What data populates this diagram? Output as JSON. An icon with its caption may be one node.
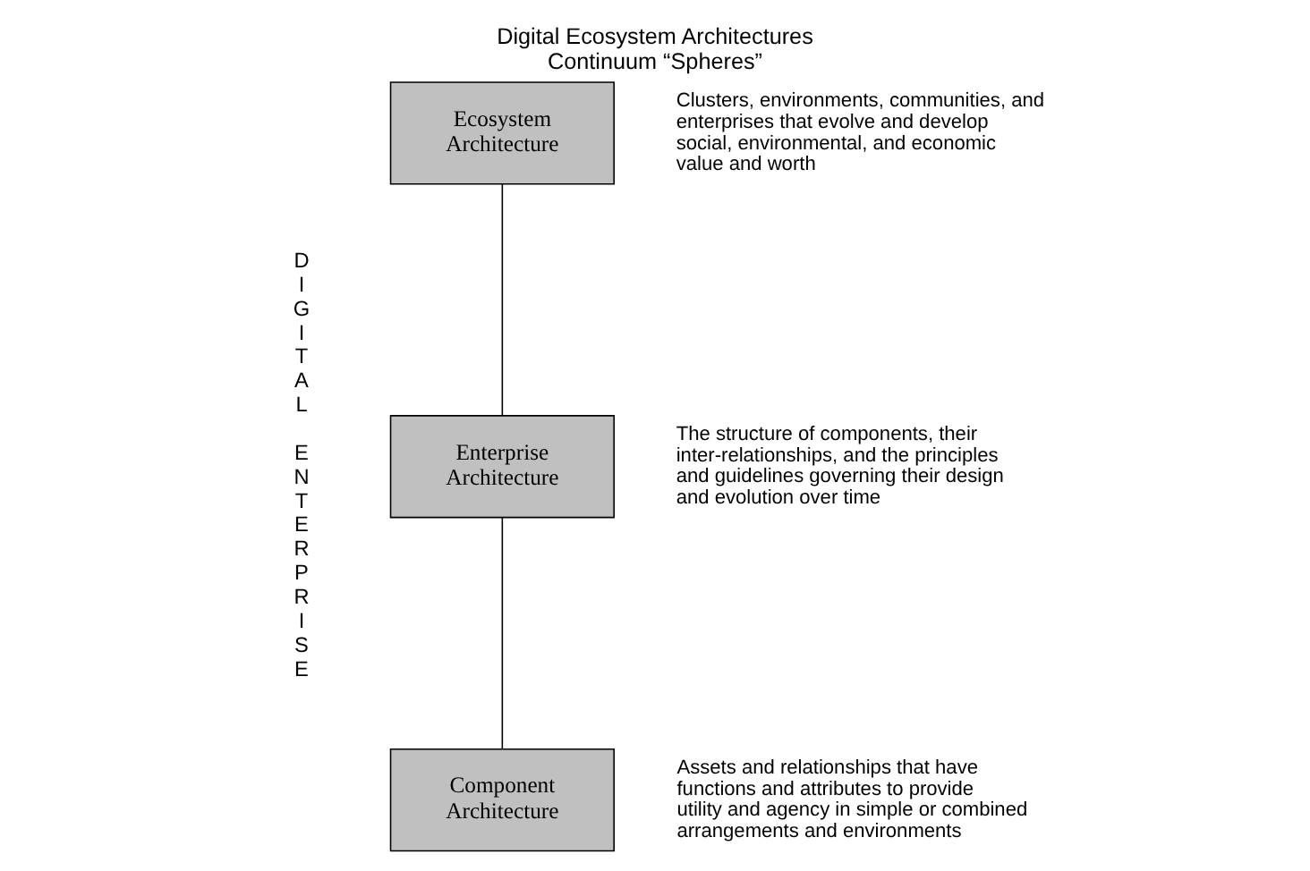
{
  "diagram": {
    "title": "Digital Ecosystem Architectures Continuum “Spheres”",
    "nodes": [
      {
        "text": [
          "Ecosystem Architecture"
        ],
        "beside": [
          "Clusters, environments, communities, and enterprises that evolve and develop social, environmental, and economic value and worth"
        ]
      },
      {
        "text": [
          "Enterprise Architecture"
        ],
        "beside": [
          "The structure of components, their inter-relationships, and the principles and guidelines governing their design and evolution over time"
        ]
      },
      {
        "text": [
          "Component Architecture"
        ],
        "beside": [
          "Assets and relationships that have functions and attributes to provide utility and agency in simple or combined arrangements and environments"
        ]
      }
    ],
    "edges": [
      {
        "from": 0,
        "to": 1,
        "arrow": "none"
      },
      {
        "from": 1,
        "to": 2,
        "arrow": "none"
      }
    ],
    "labels": [
      "DIGITAL ENTERPRISE"
    ]
  }
}
